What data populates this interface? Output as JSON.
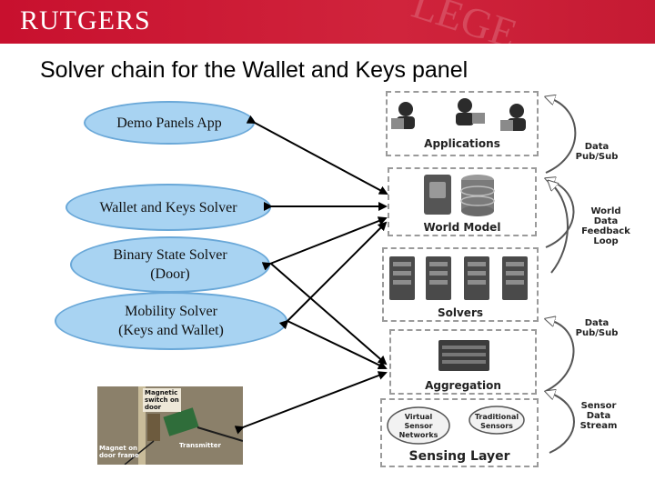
{
  "header": {
    "logo_text": "RUTGERS",
    "watermark_text": "LEGE"
  },
  "slide_title": "Solver chain for the Wallet and Keys panel",
  "solvers": {
    "demo_panels": "Demo Panels App",
    "wallet_keys": "Wallet and Keys Solver",
    "binary_state": "Binary State Solver\n(Door)",
    "mobility": "Mobility Solver\n(Keys and Wallet)"
  },
  "stack": {
    "applications": "Applications",
    "world_model": "World Model",
    "solvers": "Solvers",
    "aggregation": "Aggregation",
    "sensing_layer": "Sensing Layer",
    "virtual_sensor_networks": "Virtual\nSensor\nNetworks",
    "traditional_sensors": "Traditional\nSensors"
  },
  "side_labels": {
    "data_pub_sub_top": "Data\nPub/Sub",
    "world_data_feedback": "World\nData\nFeedback\nLoop",
    "data_pub_sub_bottom": "Data\nPub/Sub",
    "sensor_data_stream": "Sensor\nData\nStream"
  },
  "photo": {
    "magnetic_switch": "Magnetic\nswitch on\ndoor",
    "magnet_on_frame": "Magnet on\ndoor frame",
    "transmitter": "Transmitter"
  },
  "colors": {
    "banner": "#c8102e",
    "ellipse_fill": "#a8d3f2",
    "ellipse_border": "#6aa8d8"
  }
}
